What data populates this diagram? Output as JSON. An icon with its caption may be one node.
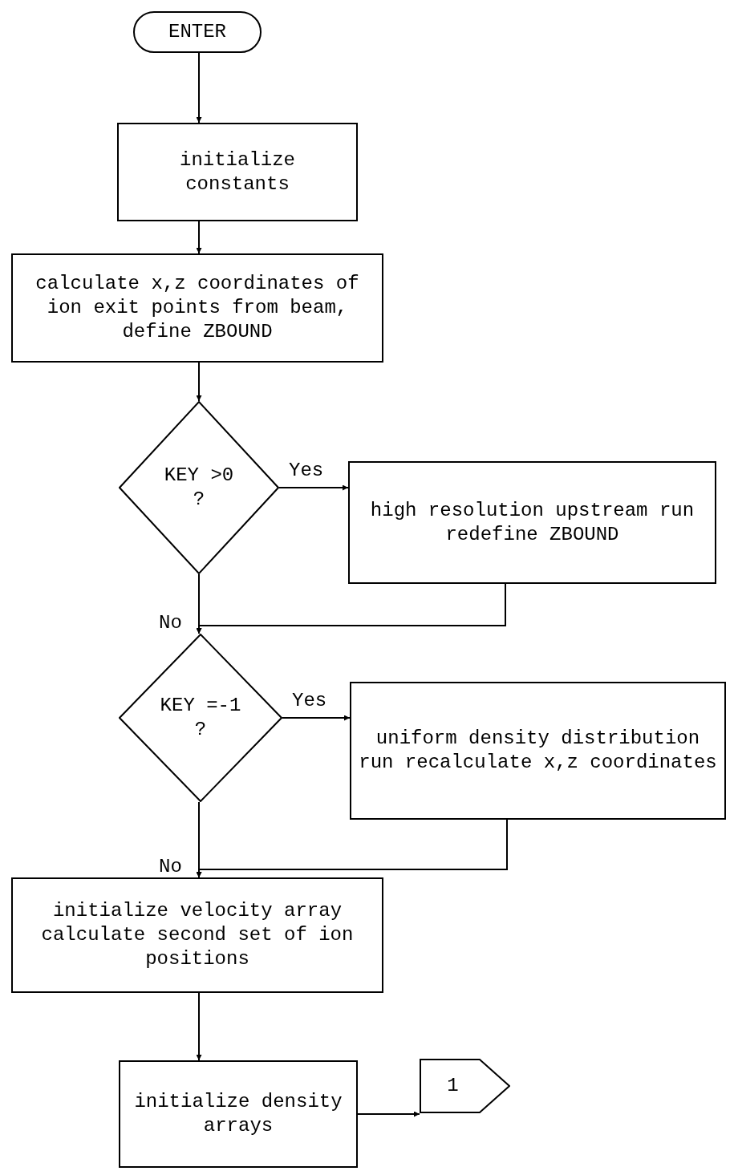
{
  "diagram": {
    "nodes": [
      {
        "text": [
          "ENTER"
        ]
      },
      {
        "text": [
          "initialize constants"
        ]
      },
      {
        "text": [
          "calculate x,z coordinates of ion exit points from beam, define ZBOUND"
        ]
      },
      {
        "text": [
          "KEY >0 ?"
        ]
      },
      {
        "text": [
          "high resolution upstream run redefine ZBOUND"
        ]
      },
      {
        "text": [
          "KEY =-1 ?"
        ]
      },
      {
        "text": [
          "uniform density distribution run recalculate x,z coordinates"
        ]
      },
      {
        "text": [
          "initialize velocity array calculate second set of ion positions"
        ]
      },
      {
        "text": [
          "initialize density arrays"
        ]
      },
      {
        "text": [
          "1"
        ]
      }
    ],
    "edges": [
      {
        "from": 0,
        "to": 1,
        "arrow": "to"
      },
      {
        "from": 1,
        "to": 2,
        "arrow": "to"
      },
      {
        "from": 2,
        "to": 3,
        "arrow": "to"
      },
      {
        "from": 3,
        "to": 4,
        "arrow": "to",
        "label": "Yes"
      },
      {
        "from": 4,
        "to": 5,
        "arrow": "to"
      },
      {
        "from": 3,
        "to": 5,
        "arrow": "to",
        "label": "No"
      },
      {
        "from": 5,
        "to": 6,
        "arrow": "to",
        "label": "Yes"
      },
      {
        "from": 6,
        "to": 7,
        "arrow": "to"
      },
      {
        "from": 5,
        "to": 7,
        "arrow": "to",
        "label": "No"
      },
      {
        "from": 7,
        "to": 8,
        "arrow": "to"
      },
      {
        "from": 8,
        "to": 9,
        "arrow": "to"
      }
    ]
  }
}
